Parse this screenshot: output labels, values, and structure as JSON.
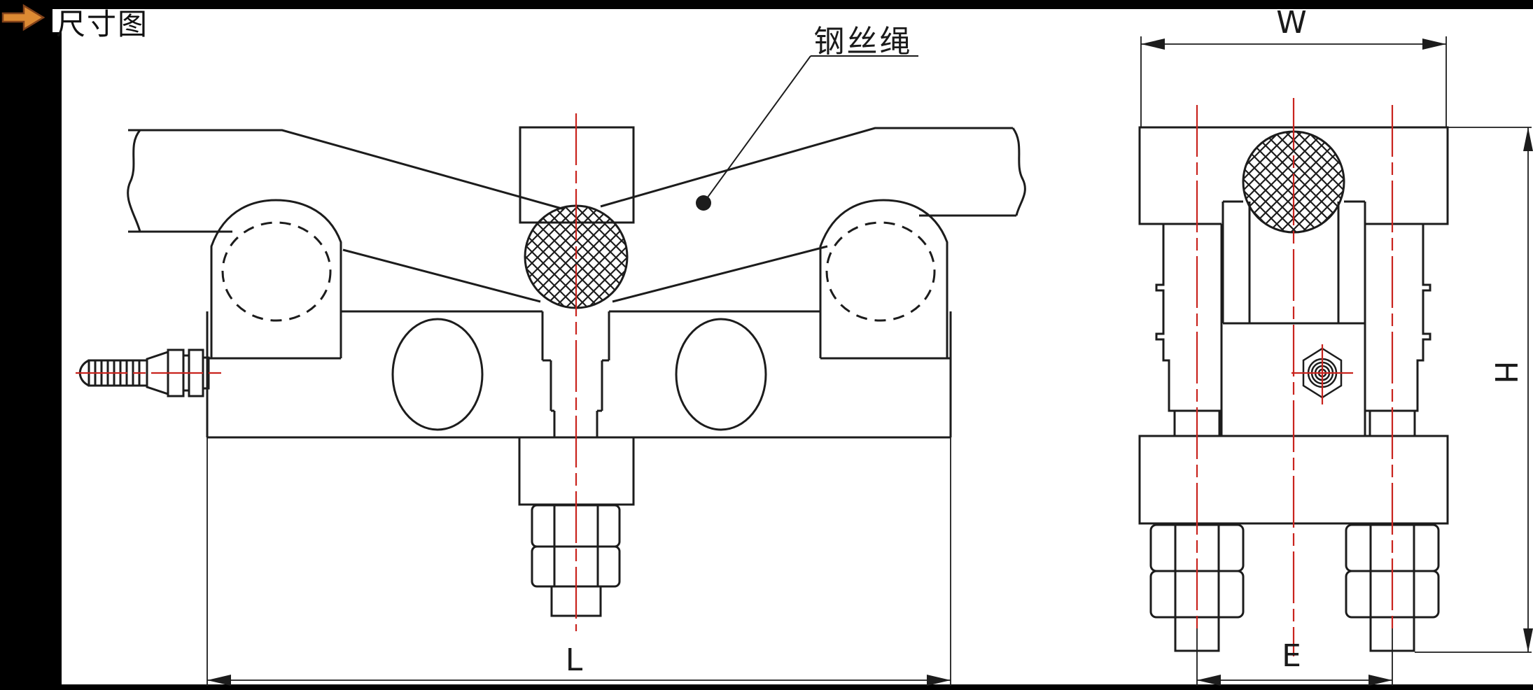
{
  "header": {
    "page_title": "尺寸图",
    "nav_icon": "forward-arrow-icon"
  },
  "drawing": {
    "type": "engineering dimension drawing",
    "views": [
      "front view with wire rope",
      "side view"
    ],
    "annotations": {
      "rope_label": "钢丝绳"
    },
    "dimensions": {
      "length_label": "L",
      "width_label": "W",
      "height_label": "H",
      "bolt_spacing_label": "E"
    }
  },
  "colors": {
    "line": "#1c1c1c",
    "centerline_red": "#c9231d",
    "frame_black": "#000000",
    "arrow_orange": "#dd8a33",
    "arrow_outline": "#82421a",
    "background": "#ffffff"
  }
}
